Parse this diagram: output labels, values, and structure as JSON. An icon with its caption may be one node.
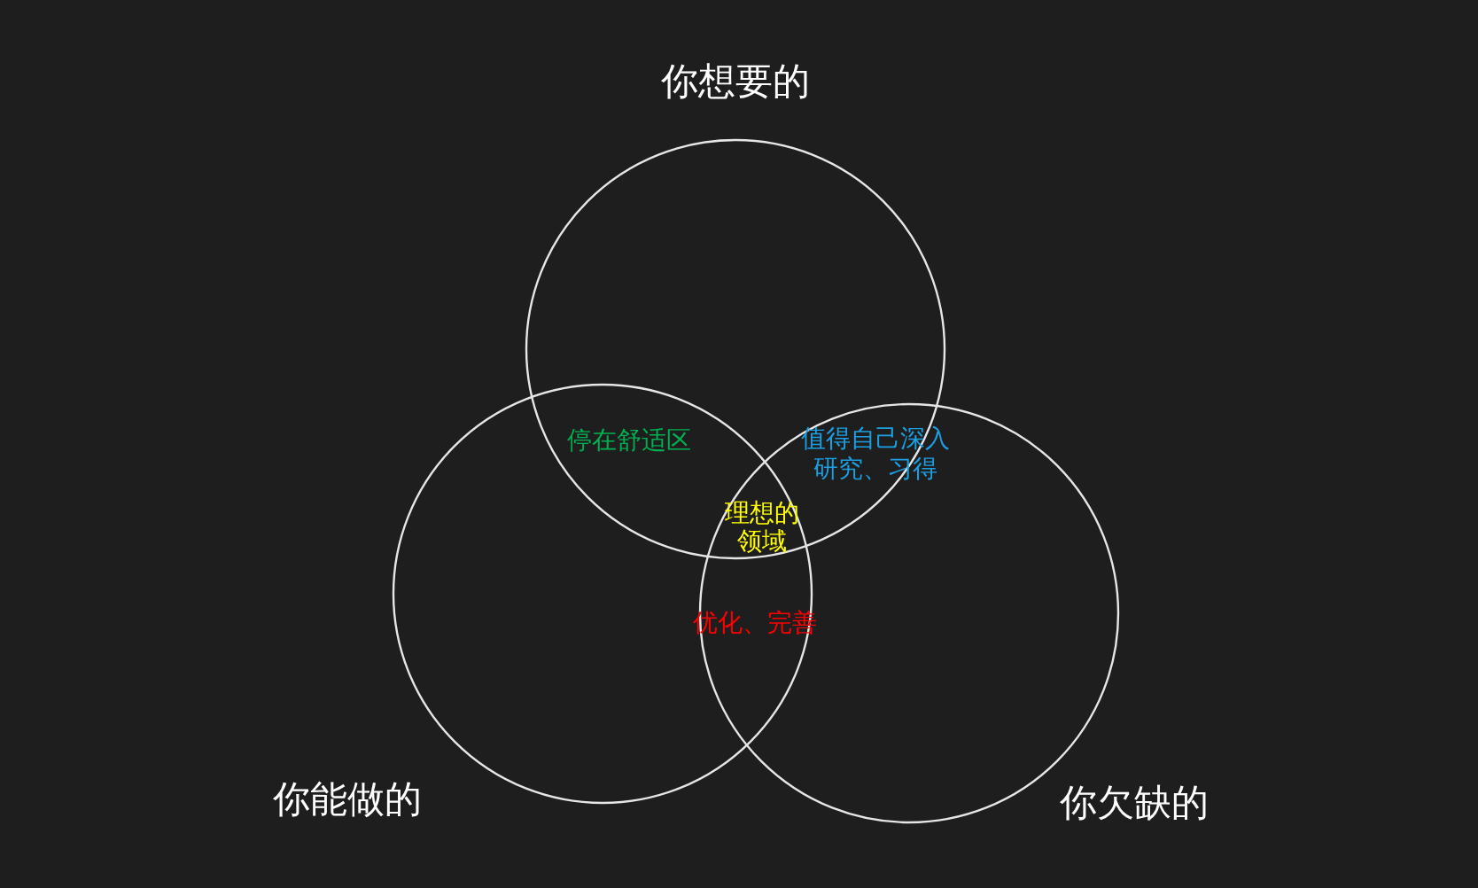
{
  "diagram": {
    "nodes": [
      {
        "text": [
          "你想要的"
        ]
      },
      {
        "text": [
          "你能做的"
        ]
      },
      {
        "text": [
          "你欠缺的"
        ]
      }
    ],
    "labels": [
      "停在舒适区",
      "值得自己深入研究、习得",
      "理想的领域",
      "优化、完善"
    ]
  }
}
